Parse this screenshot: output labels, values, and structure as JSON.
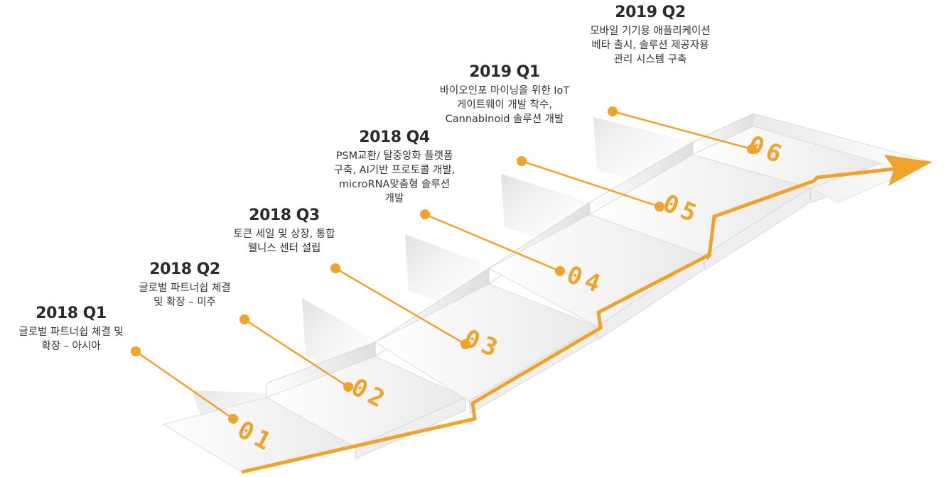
{
  "accent_color": "#f0a32a",
  "milestones": [
    {
      "step": "01",
      "title": "2018 Q1",
      "lines": [
        "글로벌 파트너쉽 체결 및",
        "확장 – 아시아"
      ]
    },
    {
      "step": "02",
      "title": "2018 Q2",
      "lines": [
        "글로벌 파트너쉽 체결",
        "및 확장 – 미주"
      ]
    },
    {
      "step": "03",
      "title": "2018 Q3",
      "lines": [
        "토큰 세일 및 상장, 통합",
        "웰니스 센터 설립"
      ]
    },
    {
      "step": "04",
      "title": "2018 Q4",
      "lines": [
        "PSM교환/ 탈중앙화 플랫폼",
        "구축, AI기반 프로토콜 개발,",
        "microRNA맞춤형 솔루션",
        "개발"
      ]
    },
    {
      "step": "05",
      "title": "2019 Q1",
      "lines": [
        "바이오인포 마이닝을 위한 IoT",
        "게이트웨이 개발 착수,",
        "Cannabinoid 솔루션 개발"
      ]
    },
    {
      "step": "06",
      "title": "2019 Q2",
      "lines": [
        "모바일 기기용 애플리케이션",
        "베타 출시, 솔루션 제공자용",
        "관리 시스템 구축"
      ]
    }
  ]
}
